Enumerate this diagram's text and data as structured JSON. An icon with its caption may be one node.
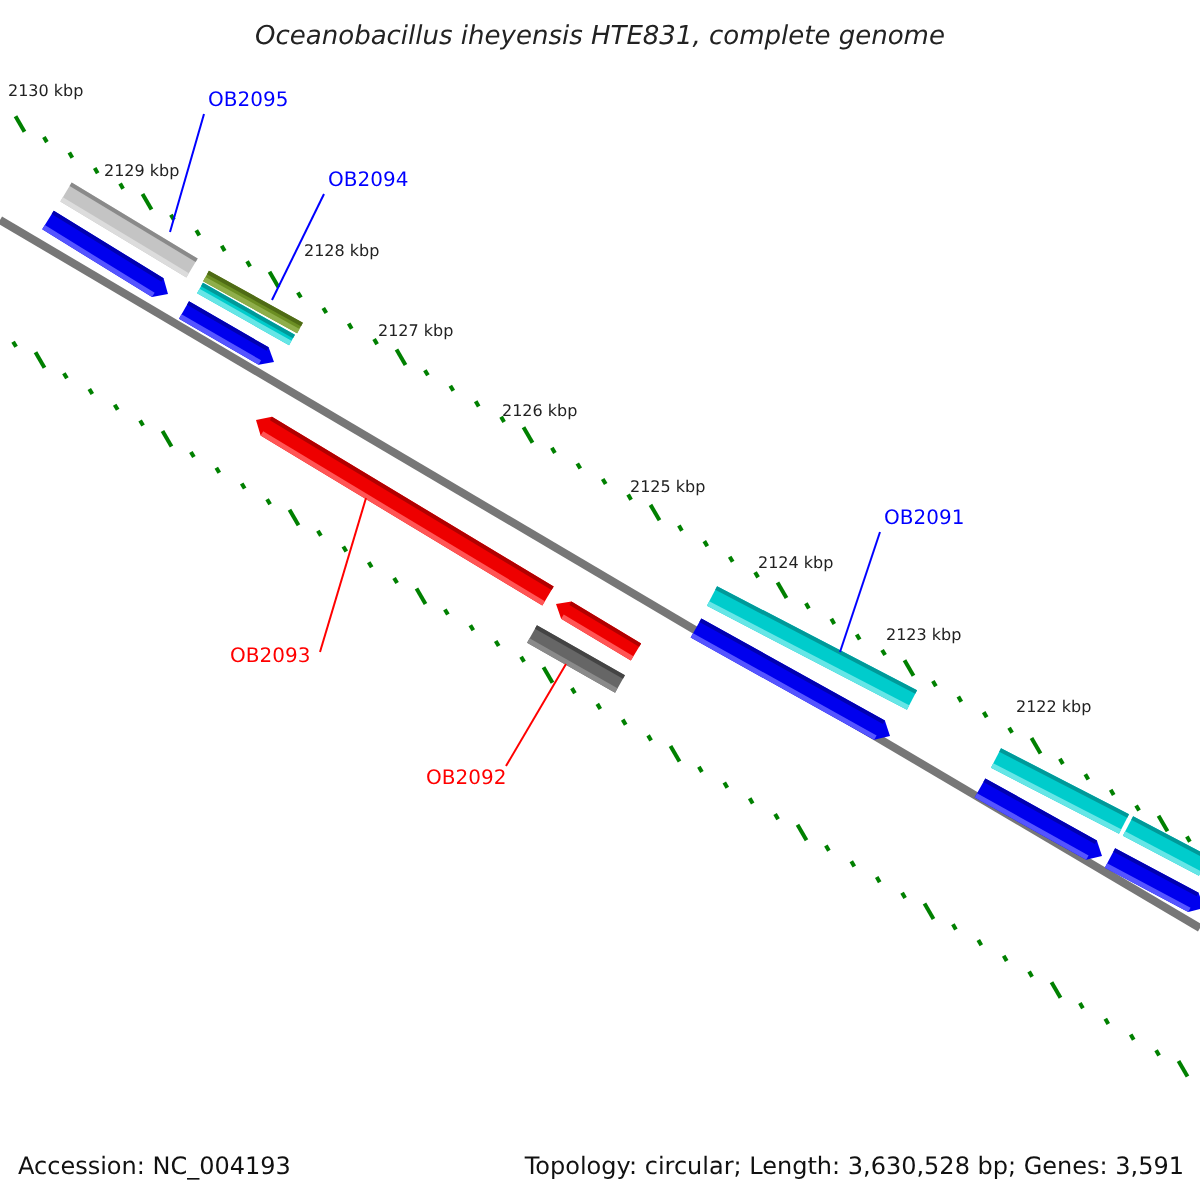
{
  "diagram": {
    "title": "Oceanobacillus iheyensis HTE831, complete genome",
    "nodes": [
      {
        "text": [
          "OB2095"
        ]
      },
      {
        "text": [],
        "shape": "bar"
      },
      {
        "text": [
          "OB2094"
        ]
      },
      {
        "text": [],
        "shape": "bar"
      },
      {
        "text": [
          "OB2093"
        ]
      },
      {
        "text": [],
        "shape": "bar"
      },
      {
        "text": [
          "OB2092"
        ]
      },
      {
        "text": [],
        "shape": "bar"
      },
      {
        "text": [
          "OB2091"
        ]
      },
      {
        "text": [],
        "shape": "bar"
      }
    ],
    "edges": [
      {
        "from": 0,
        "to": 1,
        "arrow": "none"
      },
      {
        "from": 2,
        "to": 3,
        "arrow": "none"
      },
      {
        "from": 4,
        "to": 5,
        "arrow": "none",
        "color": "#ff0000"
      },
      {
        "from": 6,
        "to": 7,
        "arrow": "none",
        "color": "#ff0000"
      },
      {
        "from": 8,
        "to": 9,
        "arrow": "none"
      }
    ],
    "labels": [
      "2130 kbp",
      "2129 kbp",
      "2128 kbp",
      "2127 kbp",
      "2126 kbp",
      "2125 kbp",
      "2124 kbp",
      "2123 kbp",
      "2122 kbp",
      "Accession: NC_004193",
      "Topology: circular; Length: 3,630,528 bp; Genes: 3,591"
    ]
  }
}
